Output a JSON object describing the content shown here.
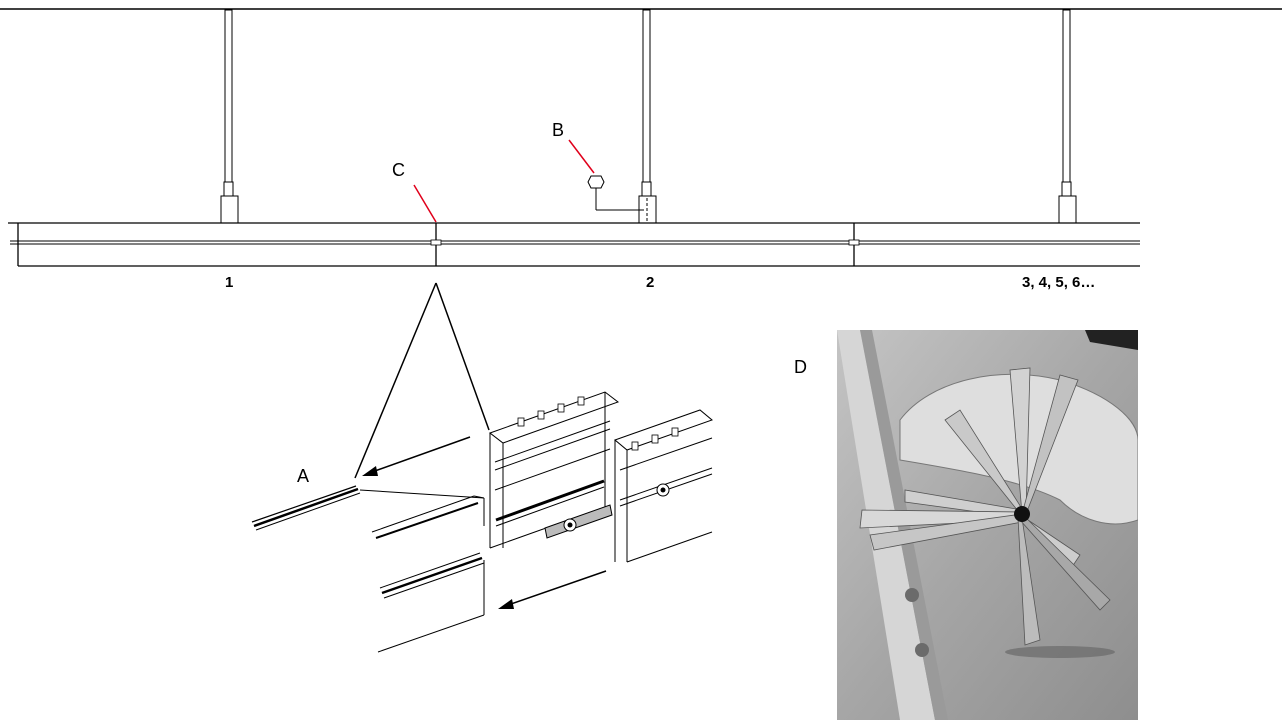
{
  "labels": {
    "a": "A",
    "b": "B",
    "c": "C",
    "d": "D"
  },
  "sections": {
    "s1": "1",
    "s2": "2",
    "s3": "3, 4, 5, 6…"
  },
  "colors": {
    "line": "#000000",
    "leader": "#e0001b",
    "photo_bg": "#a8a8a8"
  }
}
